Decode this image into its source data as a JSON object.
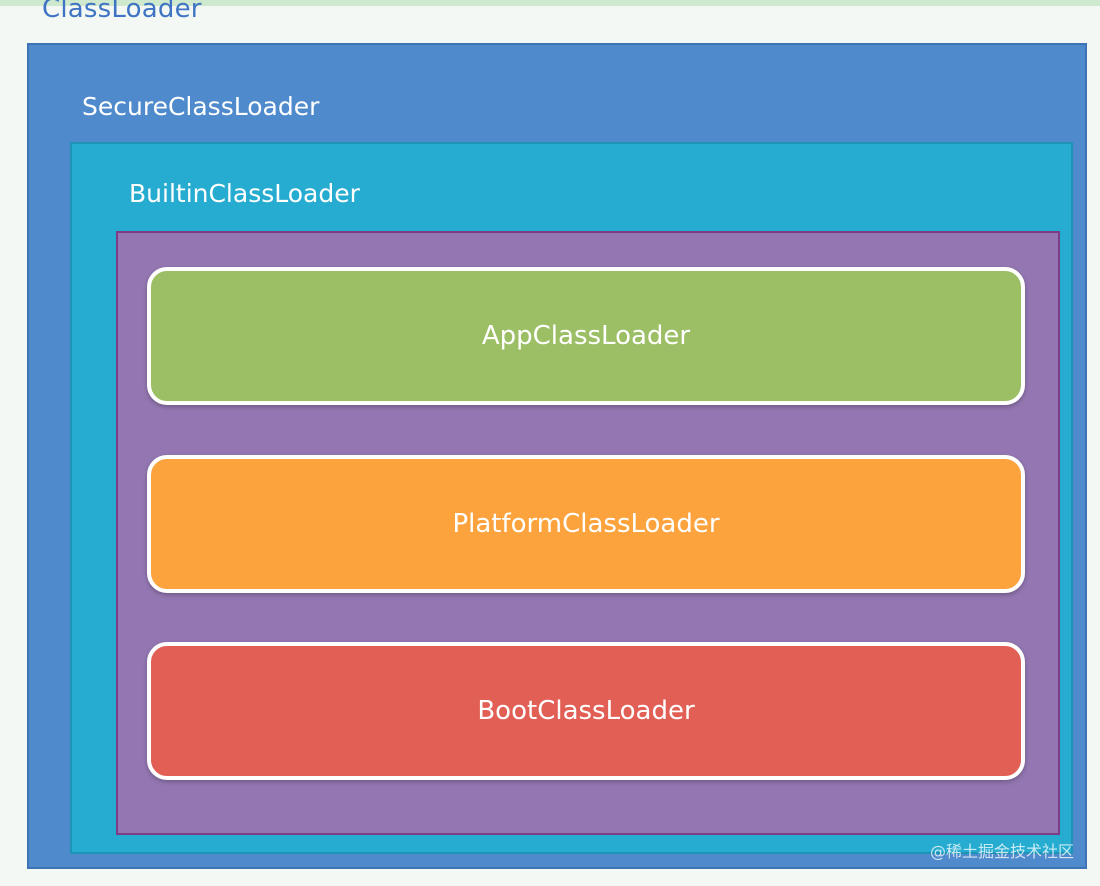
{
  "diagram": {
    "outer_title": "ClassLoader",
    "secure_label": "SecureClassLoader",
    "builtin_label": "BuiltinClassLoader",
    "loaders": [
      {
        "label": "AppClassLoader",
        "color": "#9cbf66"
      },
      {
        "label": "PlatformClassLoader",
        "color": "#fda33e"
      },
      {
        "label": "BootClassLoader",
        "color": "#e15f55"
      }
    ],
    "colors": {
      "secure": "#4f8bcc",
      "builtin": "#26acd0",
      "inner": "#9477b2",
      "title": "#3f74c4"
    }
  },
  "watermark": "@稀土掘金技术社区"
}
